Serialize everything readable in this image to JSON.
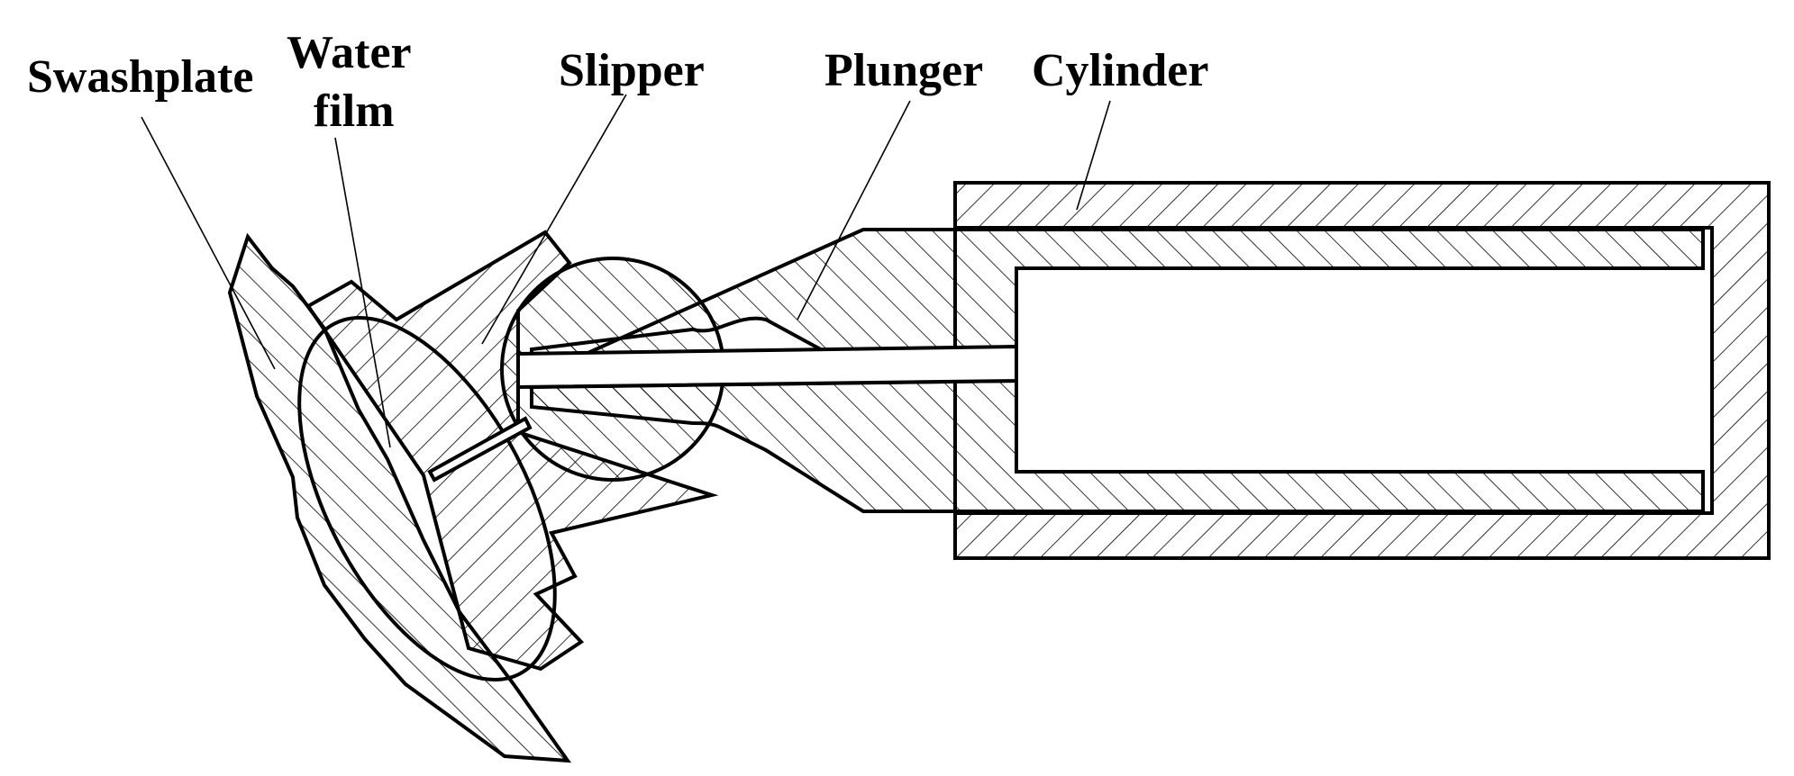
{
  "diagram": {
    "labels": {
      "swashplate": "Swashplate",
      "water_film_line1": "Water",
      "water_film_line2": "film",
      "slipper": "Slipper",
      "plunger": "Plunger",
      "cylinder": "Cylinder"
    },
    "colors": {
      "line": "#000000",
      "background": "#ffffff"
    }
  }
}
